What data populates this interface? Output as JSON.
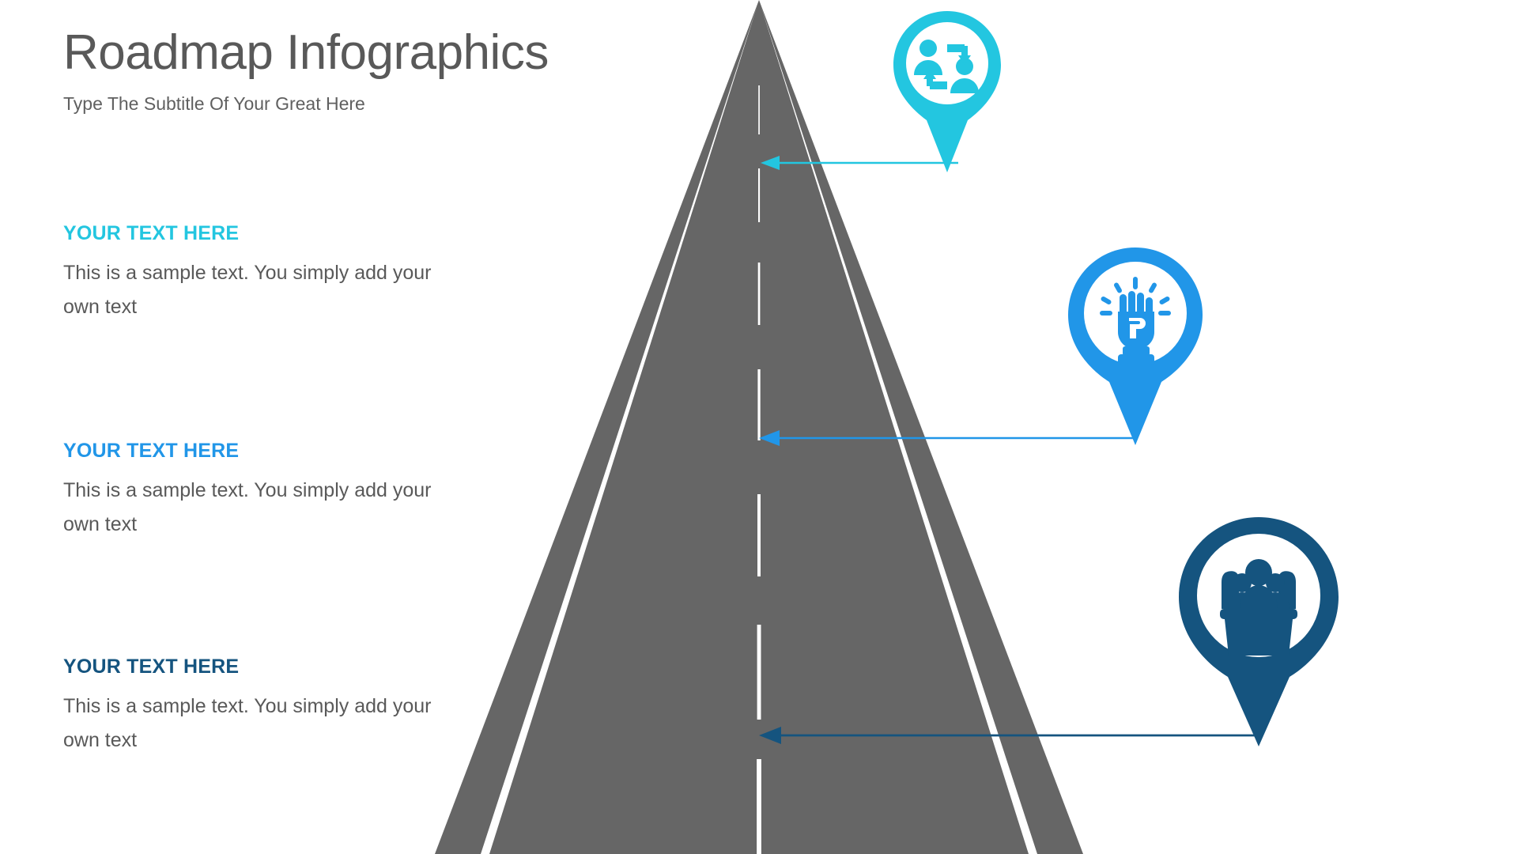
{
  "header": {
    "title": "Roadmap Infographics",
    "subtitle": "Type The Subtitle Of Your Great Here"
  },
  "colors": {
    "title_gray": "#595959",
    "body_gray": "#595959",
    "road_gray": "#666666",
    "road_line_white": "#ffffff",
    "accent_cyan": "#23c6e0",
    "accent_blue": "#2196e8",
    "accent_navy": "#15547f",
    "background": "#ffffff"
  },
  "blocks": [
    {
      "heading": "YOUR TEXT HERE",
      "body": "This is a sample text. You simply add your own text",
      "color": "#23c6e0",
      "icon": "people-exchange-icon",
      "pin_color": "#23c6e0",
      "connector_color": "#23c6e0"
    },
    {
      "heading": "YOUR TEXT HERE",
      "body": "This is a sample text. You simply add your own text",
      "color": "#2196e8",
      "icon": "raised-fist-idea-icon",
      "pin_color": "#2196e8",
      "connector_color": "#2196e8"
    },
    {
      "heading": "YOUR TEXT HERE",
      "body": "This is a sample text. You simply add your own text",
      "color": "#15547f",
      "icon": "team-podium-icon",
      "pin_color": "#15547f",
      "connector_color": "#15547f"
    }
  ],
  "road": {
    "name": "perspective-road",
    "surface_color": "#666666",
    "lane_marking_color": "#ffffff",
    "dash_count": 7
  }
}
